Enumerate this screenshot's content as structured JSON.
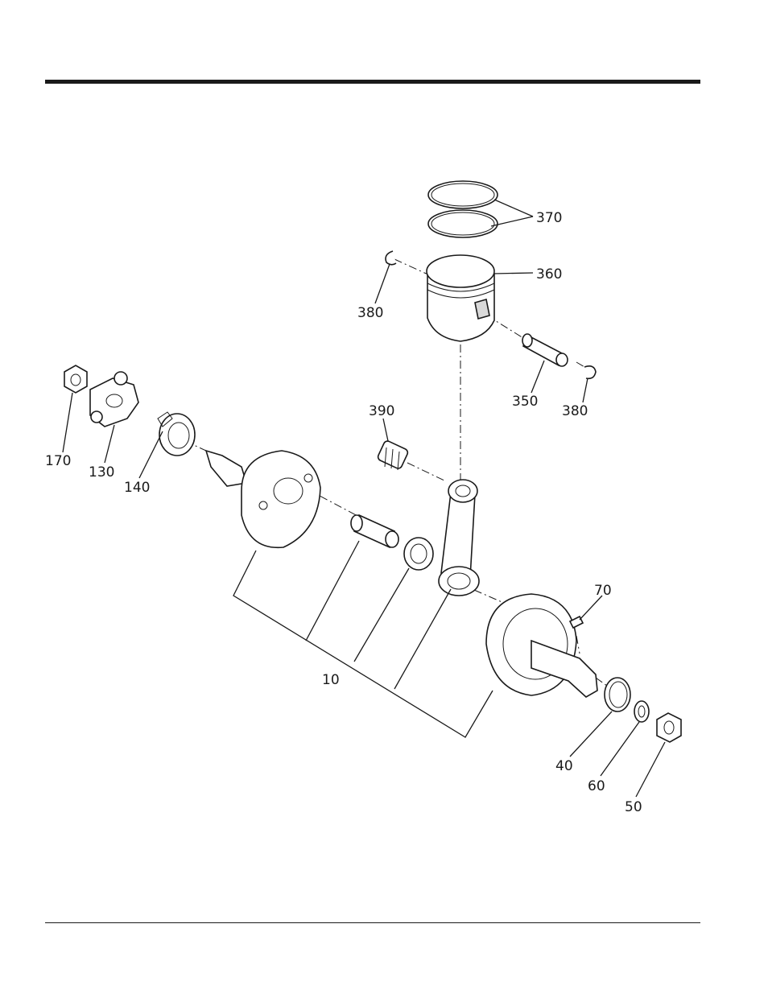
{
  "callouts": {
    "c370": "370",
    "c360": "360",
    "c380a": "380",
    "c350": "350",
    "c380b": "380",
    "c390": "390",
    "c170": "170",
    "c130": "130",
    "c140": "140",
    "c70": "70",
    "c10": "10",
    "c40": "40",
    "c60": "60",
    "c50": "50"
  }
}
